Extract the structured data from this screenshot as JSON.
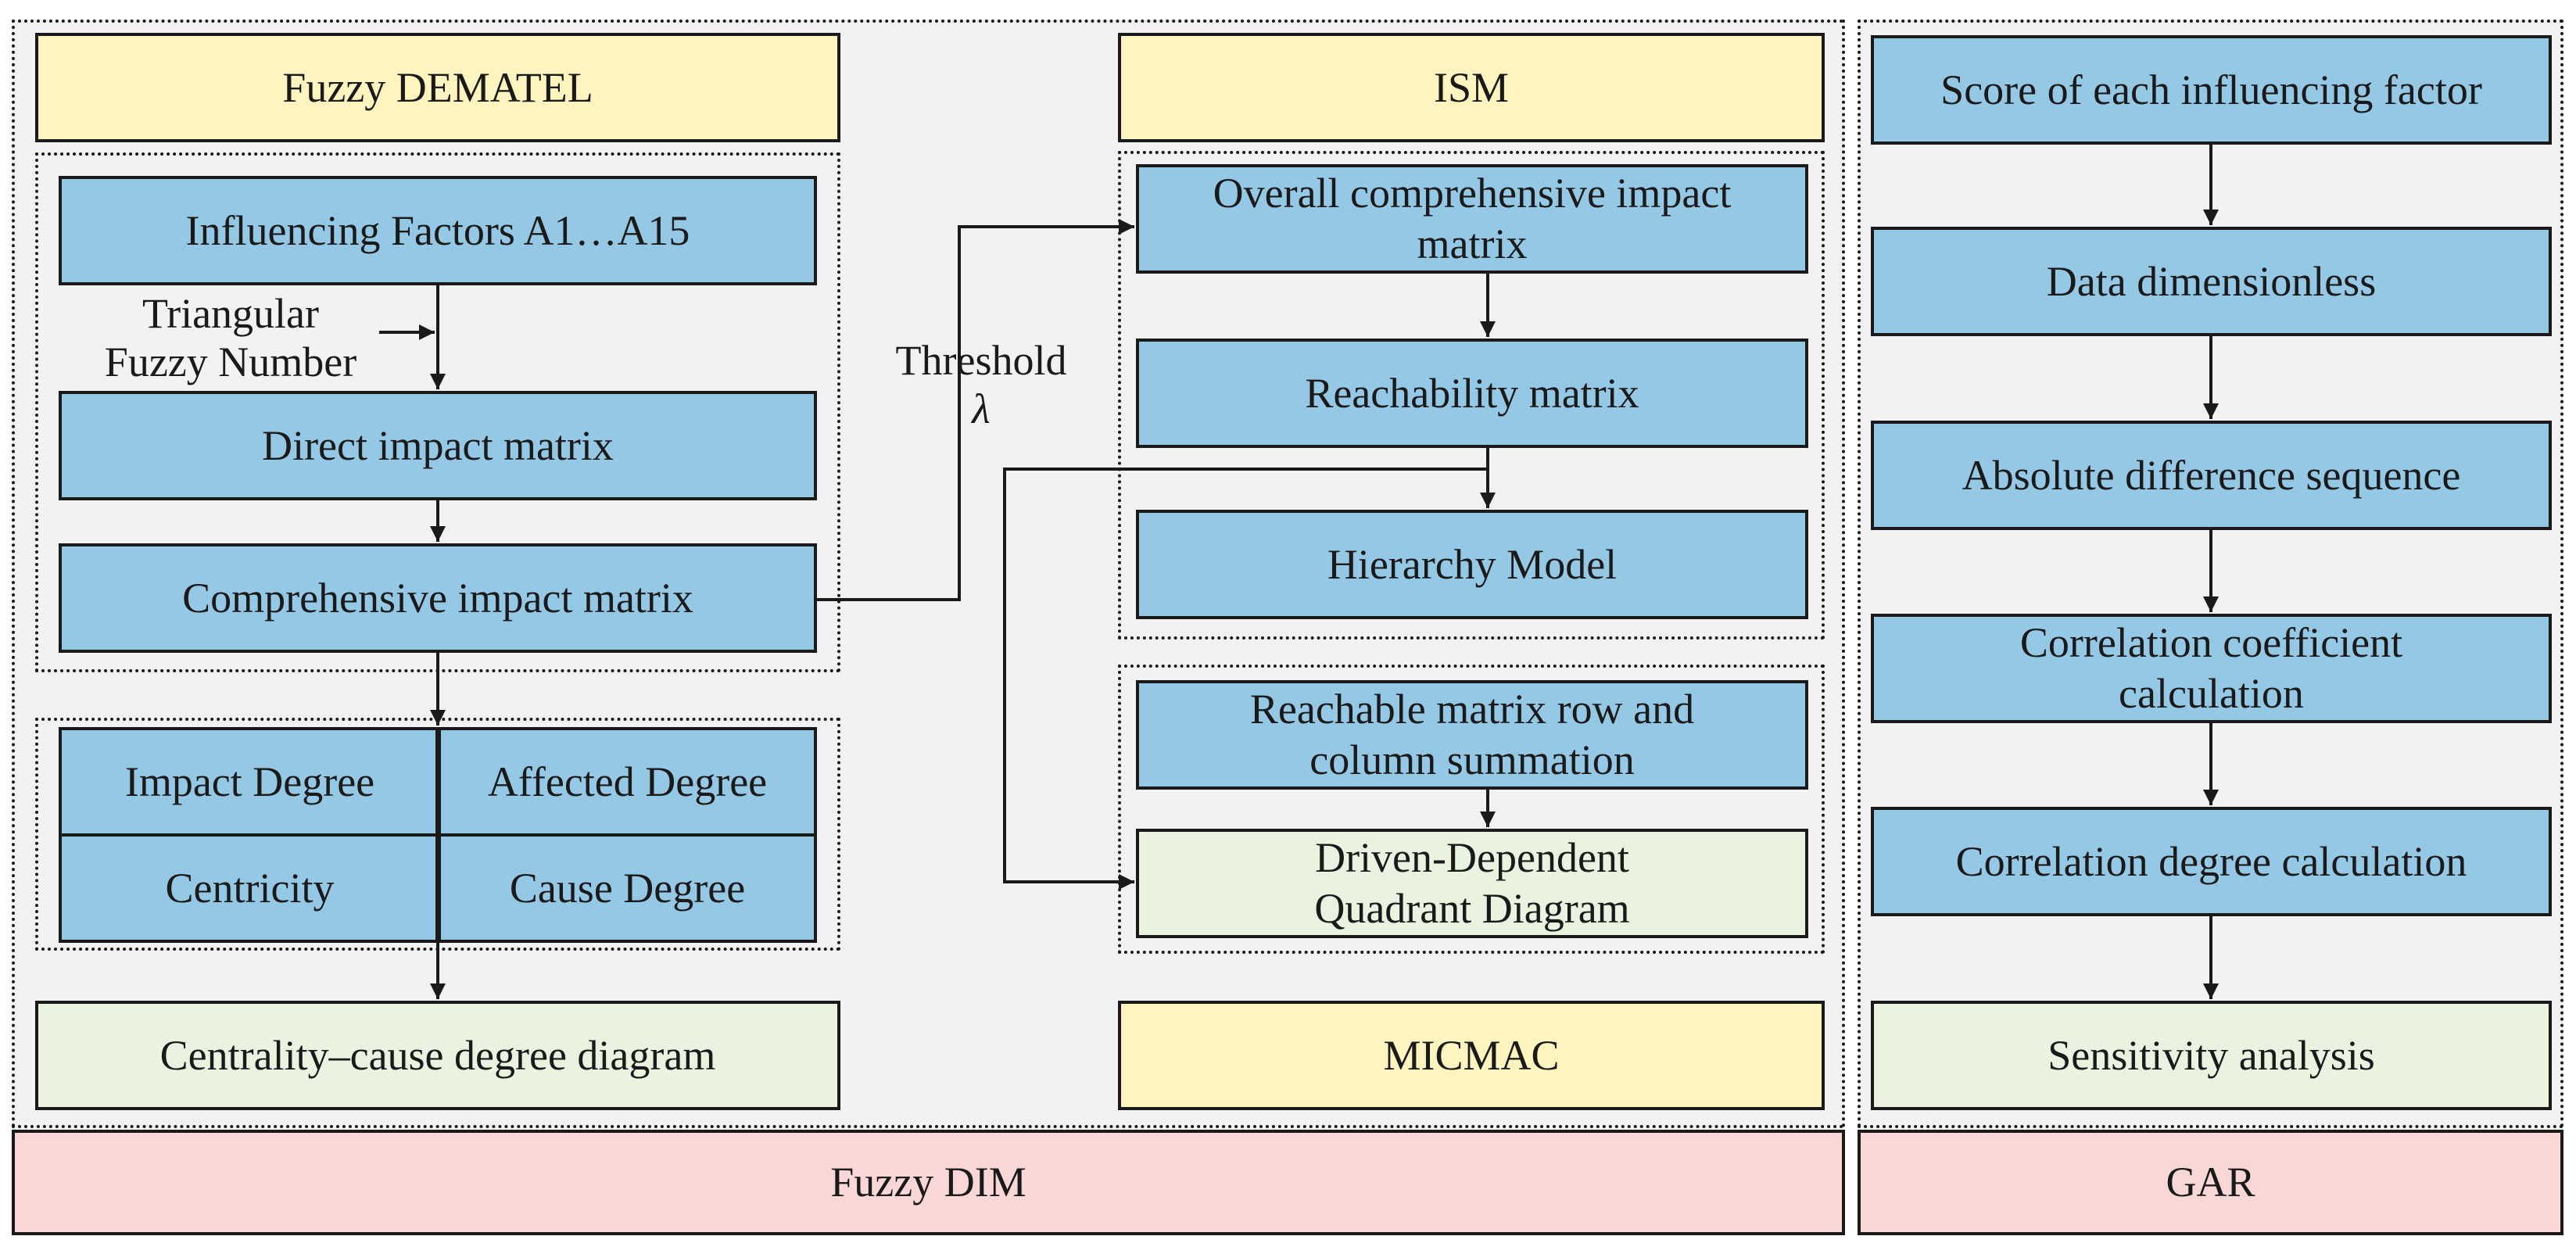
{
  "fuzzy_dim": {
    "label": "Fuzzy DIM",
    "fuzzy_dematel": {
      "header": "Fuzzy DEMATEL",
      "influencing_factors": "Influencing Factors A1…A15",
      "tfn_label_line1": "Triangular",
      "tfn_label_line2": "Fuzzy Number",
      "direct_impact_matrix": "Direct impact matrix",
      "comprehensive_impact_matrix": "Comprehensive impact matrix",
      "impact_degree": "Impact Degree",
      "affected_degree": "Affected Degree",
      "centricity": "Centricity",
      "cause_degree": "Cause Degree",
      "centrality_cause_diagram": "Centrality–cause degree diagram"
    },
    "threshold_label": "Threshold",
    "threshold_symbol": "λ",
    "ism": {
      "header": "ISM",
      "overall_matrix": "Overall comprehensive impact matrix",
      "reachability_matrix": "Reachability matrix",
      "hierarchy_model": "Hierarchy Model"
    },
    "micmac": {
      "header": "MICMAC",
      "row_column_summation": "Reachable matrix row and column summation",
      "quadrant_diagram_line1": "Driven-Dependent",
      "quadrant_diagram_line2": "Quadrant Diagram"
    }
  },
  "gar": {
    "label": "GAR",
    "steps": [
      "Score of each influencing factor",
      "Data dimensionless",
      "Absolute difference sequence",
      "Correlation coefficient calculation",
      "Correlation degree calculation",
      "Sensitivity analysis"
    ]
  },
  "colors": {
    "process_box": "#94c8e4",
    "method_header": "#fdf4c0",
    "output_box": "#eaf2e0",
    "framework_label": "#f9d7d7",
    "panel_background": "#f2f2f2"
  }
}
